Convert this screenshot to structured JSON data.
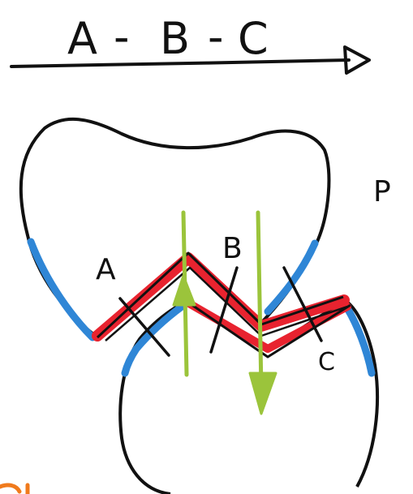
{
  "title": {
    "a": "A",
    "dash1": "-",
    "b": "B",
    "dash2": "-",
    "c": "C"
  },
  "side_label": "P",
  "contacts": {
    "a": "A",
    "b": "B",
    "c": "C"
  },
  "colors": {
    "outline": "#111111",
    "red_contact": "#e8232f",
    "blue_edge": "#2f86d6",
    "green_arrow": "#9bc43b",
    "orange_mark": "#f07a1c"
  }
}
